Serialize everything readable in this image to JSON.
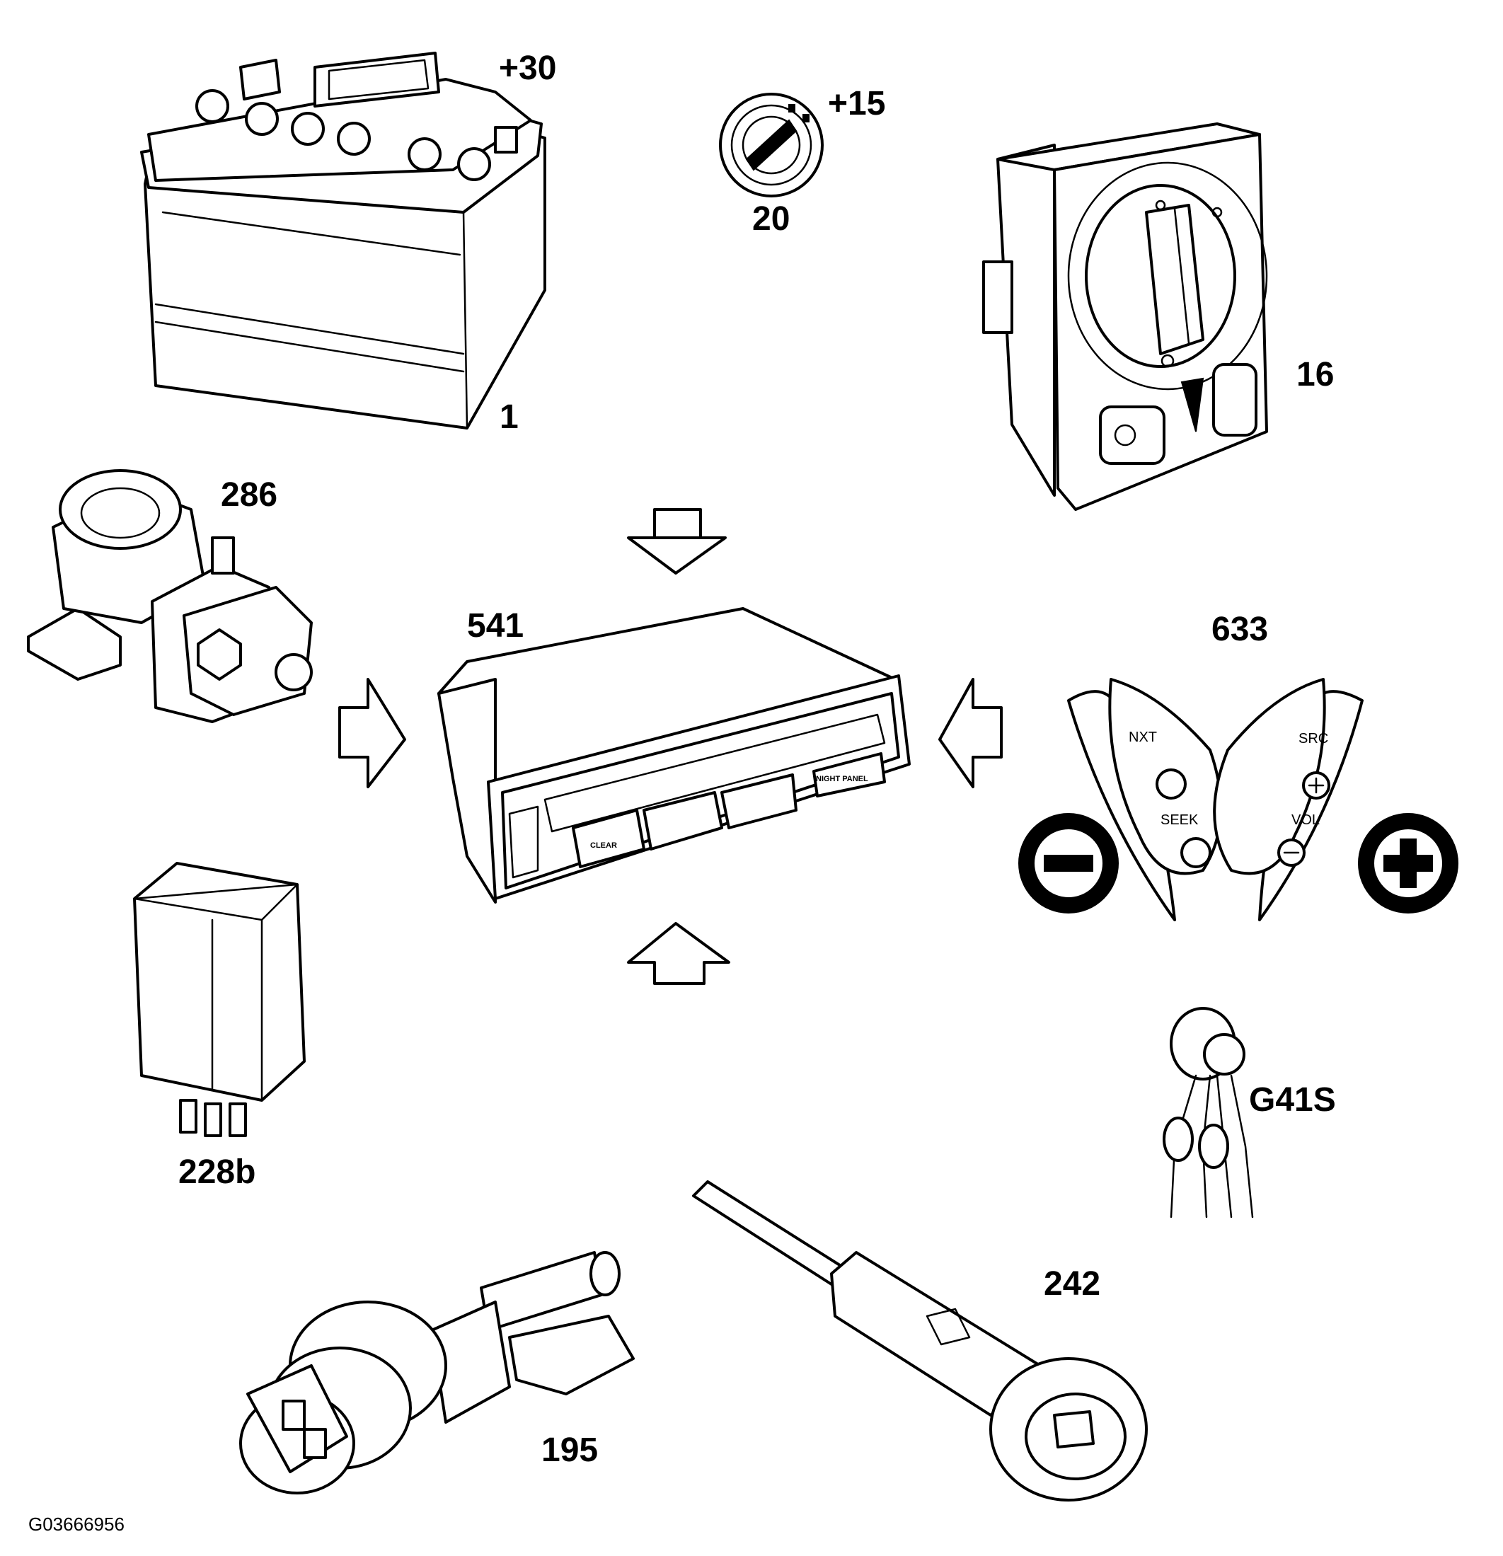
{
  "components": [
    {
      "id": "battery",
      "label": "1",
      "terminal": "+30"
    },
    {
      "id": "ignition-switch",
      "label": "20",
      "terminal": "+15"
    },
    {
      "id": "light-switch",
      "label": "16"
    },
    {
      "id": "sensor-286",
      "label": "286"
    },
    {
      "id": "display-unit",
      "label": "541",
      "buttons": {
        "clear": "CLEAR",
        "night_panel": "NIGHT PANEL"
      }
    },
    {
      "id": "steering-wheel-controls",
      "label": "633",
      "left": {
        "top": "NXT",
        "middle": "SEEK"
      },
      "right": {
        "top": "SRC",
        "middle": "VOL"
      }
    },
    {
      "id": "relay",
      "label": "228b"
    },
    {
      "id": "ground-point",
      "label": "G41S"
    },
    {
      "id": "sensor-195",
      "label": "195"
    },
    {
      "id": "sensor-242",
      "label": "242"
    }
  ],
  "figure_ref": "G03666956"
}
